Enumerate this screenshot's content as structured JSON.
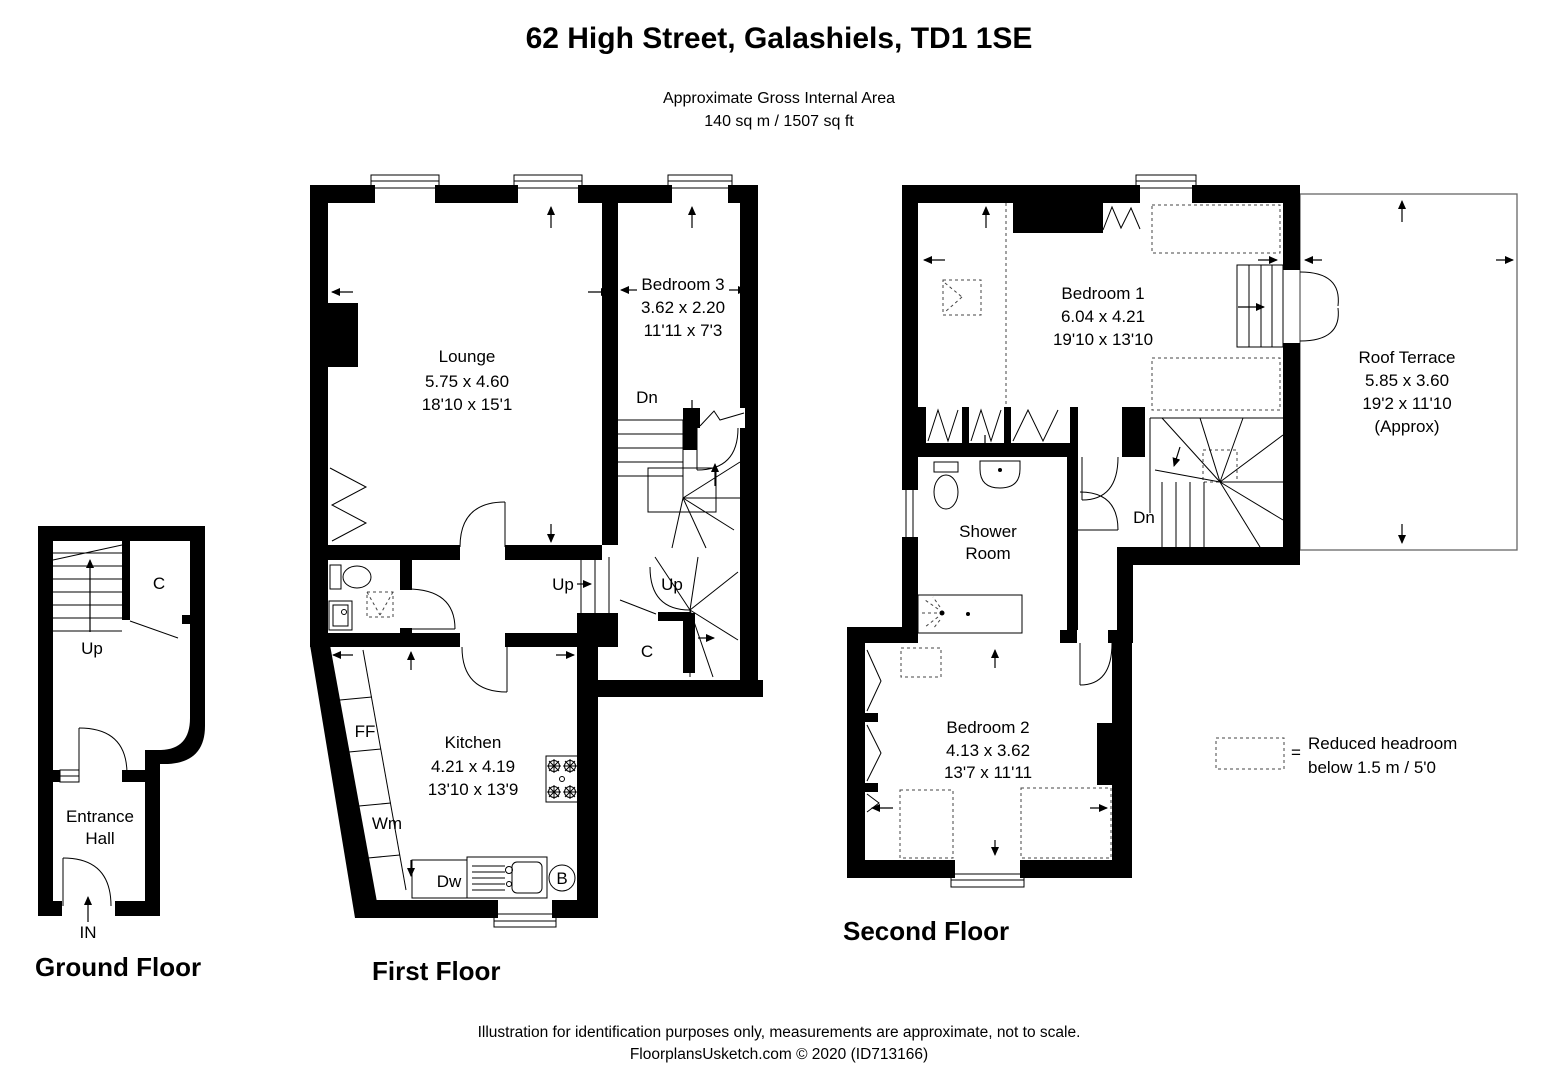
{
  "header": {
    "title": "62 High Street, Galashiels, TD1 1SE",
    "subtitle_line1": "Approximate Gross Internal Area",
    "subtitle_line2": "140 sq m / 1507 sq ft"
  },
  "floors": {
    "ground": {
      "label": "Ground Floor",
      "rooms": {
        "entrance_hall": {
          "name_line1": "Entrance",
          "name_line2": "Hall"
        }
      },
      "annotations": {
        "closet": "C",
        "up": "Up",
        "in_door": "IN"
      }
    },
    "first": {
      "label": "First Floor",
      "rooms": {
        "lounge": {
          "name": "Lounge",
          "dims_m": "5.75 x 4.60",
          "dims_ft": "18'10 x 15'1"
        },
        "bedroom3": {
          "name": "Bedroom 3",
          "dims_m": "3.62 x 2.20",
          "dims_ft": "11'11 x 7'3"
        },
        "kitchen": {
          "name": "Kitchen",
          "dims_m": "4.21 x 4.19",
          "dims_ft": "13'10 x 13'9"
        }
      },
      "annotations": {
        "dn": "Dn",
        "up_hall": "Up",
        "up_winder": "Up",
        "closet": "C",
        "fridge_freezer": "FF",
        "washing_machine": "Wm",
        "dishwasher": "Dw",
        "boiler": "B"
      }
    },
    "second": {
      "label": "Second Floor",
      "rooms": {
        "bedroom1": {
          "name": "Bedroom 1",
          "dims_m": "6.04 x 4.21",
          "dims_ft": "19'10 x 13'10"
        },
        "roof_terrace": {
          "name": "Roof Terrace",
          "dims_m": "5.85 x 3.60",
          "dims_ft": "19'2 x 11'10",
          "approx": "(Approx)"
        },
        "shower_room": {
          "name_line1": "Shower",
          "name_line2": "Room"
        },
        "bedroom2": {
          "name": "Bedroom 2",
          "dims_m": "4.13 x 3.62",
          "dims_ft": "13'7 x 11'11"
        }
      },
      "annotations": {
        "dn": "Dn"
      }
    }
  },
  "legend": {
    "equals": "=",
    "line1": "Reduced headroom",
    "line2": "below 1.5 m / 5'0"
  },
  "footer": {
    "line1": "Illustration for identification purposes only, measurements are approximate, not to scale.",
    "line2": "FloorplansUsketch.com © 2020 (ID713166)"
  },
  "colors": {
    "wall": "#000000",
    "background": "#ffffff",
    "terrace_line": "#666666",
    "dashed": "#444444"
  }
}
